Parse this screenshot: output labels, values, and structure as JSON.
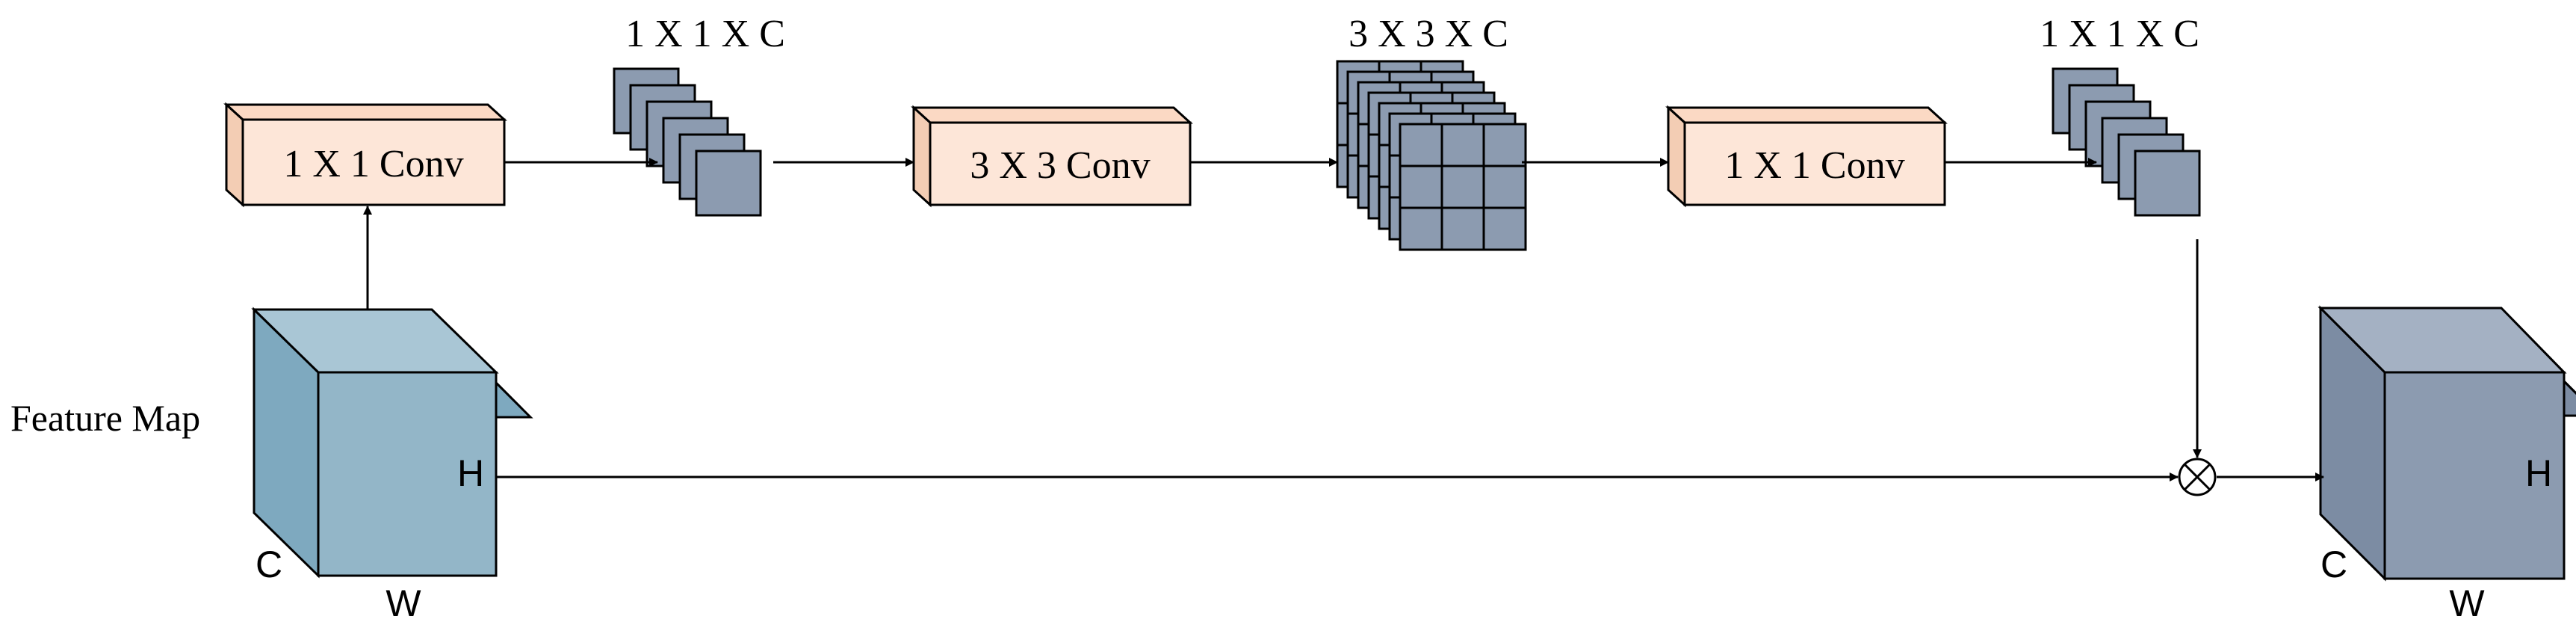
{
  "labels": {
    "feature_map": "Feature Map",
    "input_h": "H",
    "input_c": "C",
    "input_w": "W",
    "output_h": "H",
    "output_c": "C",
    "output_w": "W"
  },
  "conv_blocks": [
    {
      "label": "1 X 1 Conv"
    },
    {
      "label": "3 X 3 Conv"
    },
    {
      "label": "1 X 1 Conv"
    }
  ],
  "kernel_stacks": [
    {
      "label": "1 X 1 X C"
    },
    {
      "label": "3 X 3 X C"
    },
    {
      "label": "1 X 1 X C"
    }
  ],
  "colors": {
    "conv_front": "#fde6d8",
    "conv_top": "#fbd9c4",
    "conv_side": "#f3cdb4",
    "kernel": "#8c9bb0",
    "input_front": "#93b6c8",
    "input_stack": "#7ea9bf",
    "output_front": "#8c9bb0",
    "output_stack": "#7c8ca3",
    "stroke": "#000000"
  },
  "operator": {
    "symbol": "multiply-circle-icon"
  }
}
